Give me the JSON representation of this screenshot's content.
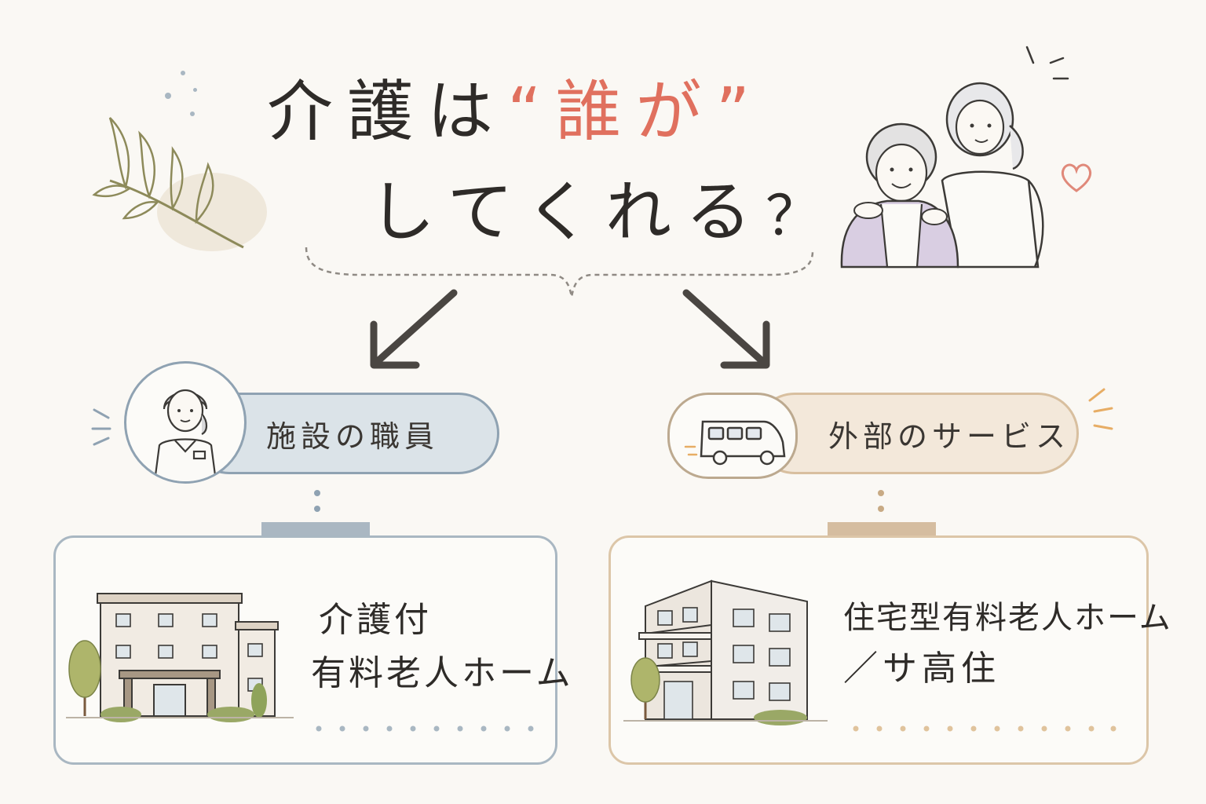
{
  "title": {
    "part1": "介護は",
    "open_quote": "“",
    "accent": "誰が",
    "close_quote": "”",
    "line2": "してくれる",
    "question_mark": "？"
  },
  "colors": {
    "ink": "#2e2b28",
    "accent": "#e0705e",
    "left_theme": "#8fa2b2",
    "left_fill": "#dbe3e8",
    "right_theme": "#d8bf9f",
    "right_fill": "#f3e8da"
  },
  "left": {
    "label": "施設の職員",
    "icon": "staff-icon",
    "facility_line1": "介護付",
    "facility_line2": "有料老人ホーム",
    "facility_icon": "care-facility-building-icon"
  },
  "right": {
    "label": "外部のサービス",
    "icon": "van-icon",
    "facility_line1": "住宅型有料老人ホーム",
    "facility_line2": "／サ高住",
    "facility_icon": "apartment-building-icon"
  },
  "decorations": [
    "leaf-branch-icon",
    "caregiver-and-elder-illustration",
    "heart-icon"
  ]
}
